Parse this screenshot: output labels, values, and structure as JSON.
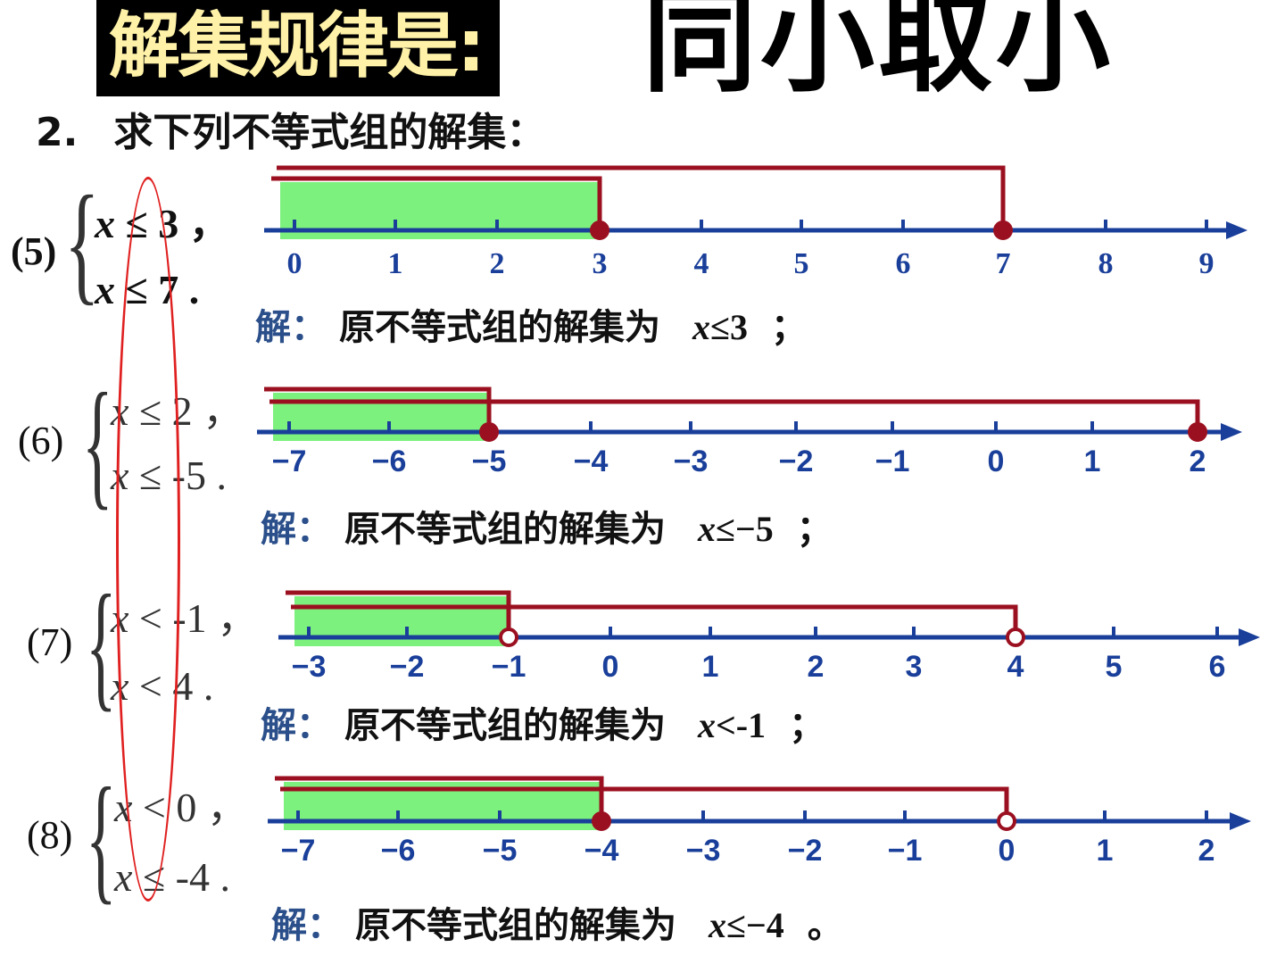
{
  "banner": {
    "text": "解集规律是:"
  },
  "rule": {
    "text": "同小取小"
  },
  "question": {
    "number": "2.",
    "text": "求下列不等式组的解集："
  },
  "colors": {
    "axis": "#1a3f9a",
    "bracket": "#9b1020",
    "shade": "#66ee66",
    "oval": "#e02020"
  },
  "problems": [
    {
      "label": "(5)",
      "ineq1": {
        "var": "x",
        "rel": "≤ 3",
        "sep": "，"
      },
      "ineq2": {
        "var": "x",
        "rel": "≤ 7",
        "sep": "."
      },
      "solution": {
        "prefix": "解：",
        "text": "原不等式组的解集为",
        "var": "x",
        "rel": "≤3",
        "end": "；"
      },
      "axis": {
        "ticks": [
          "0",
          "1",
          "2",
          "3",
          "4",
          "5",
          "6",
          "7",
          "8",
          "9"
        ],
        "style": "serif"
      },
      "endpoints": [
        {
          "value": "3",
          "closed": true
        },
        {
          "value": "7",
          "closed": true
        }
      ]
    },
    {
      "label": "(6)",
      "ineq1": {
        "var": "x",
        "rel": "≤ 2",
        "sep": "，"
      },
      "ineq2": {
        "var": "x",
        "rel": "≤ -5",
        "sep": "."
      },
      "solution": {
        "prefix": "解：",
        "text": "原不等式组的解集为",
        "var": "x",
        "rel": "≤−5",
        "end": "；"
      },
      "axis": {
        "ticks": [
          "−7",
          "−6",
          "−5",
          "−4",
          "−3",
          "−2",
          "−1",
          "0",
          "1",
          "2"
        ],
        "style": "sans"
      },
      "endpoints": [
        {
          "value": "−5",
          "closed": true
        },
        {
          "value": "2",
          "closed": true
        }
      ]
    },
    {
      "label": "(7)",
      "ineq1": {
        "var": "x",
        "rel": "< -1",
        "sep": "，"
      },
      "ineq2": {
        "var": "x",
        "rel": "< 4",
        "sep": "."
      },
      "solution": {
        "prefix": "解：",
        "text": "原不等式组的解集为",
        "var": "x",
        "rel": "<-1",
        "end": "；"
      },
      "axis": {
        "ticks": [
          "−3",
          "−2",
          "−1",
          "0",
          "1",
          "2",
          "3",
          "4",
          "5",
          "6"
        ],
        "style": "sans"
      },
      "endpoints": [
        {
          "value": "−1",
          "closed": false
        },
        {
          "value": "4",
          "closed": false
        }
      ]
    },
    {
      "label": "(8)",
      "ineq1": {
        "var": "x",
        "rel": "< 0",
        "sep": "，"
      },
      "ineq2": {
        "var": "x",
        "rel": "≤ -4",
        "sep": "."
      },
      "solution": {
        "prefix": "解：",
        "text": "原不等式组的解集为",
        "var": "x",
        "rel": "≤−4",
        "end": "。"
      },
      "axis": {
        "ticks": [
          "−7",
          "−6",
          "−5",
          "−4",
          "−3",
          "−2",
          "−1",
          "0",
          "1",
          "2"
        ],
        "style": "sans"
      },
      "endpoints": [
        {
          "value": "−4",
          "closed": true
        },
        {
          "value": "0",
          "closed": false
        }
      ]
    }
  ]
}
